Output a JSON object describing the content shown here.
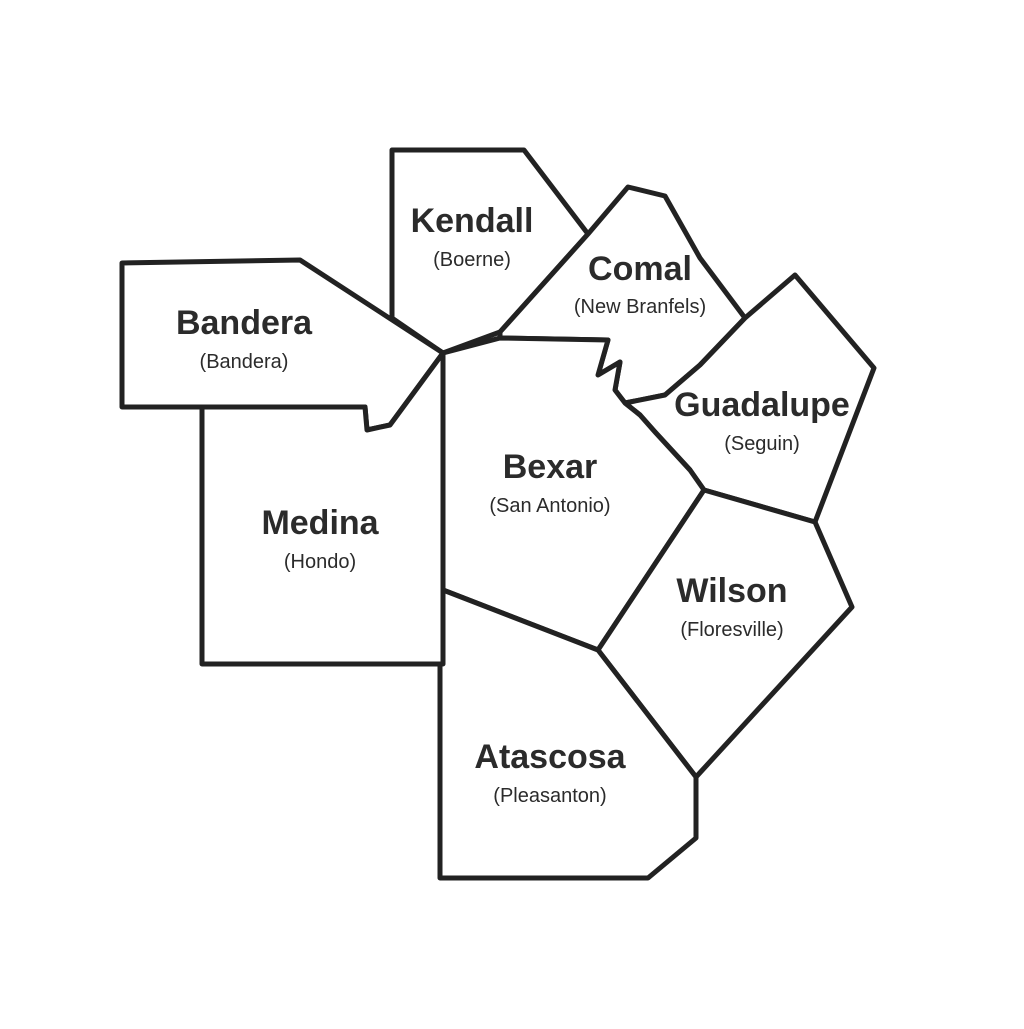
{
  "counties": [
    {
      "id": "kendall",
      "name": "Kendall",
      "seat": "(Boerne)"
    },
    {
      "id": "comal",
      "name": "Comal",
      "seat": "(New Branfels)"
    },
    {
      "id": "bandera",
      "name": "Bandera",
      "seat": "(Bandera)"
    },
    {
      "id": "guadalupe",
      "name": "Guadalupe",
      "seat": "(Seguin)"
    },
    {
      "id": "bexar",
      "name": "Bexar",
      "seat": "(San Antonio)"
    },
    {
      "id": "medina",
      "name": "Medina",
      "seat": "(Hondo)"
    },
    {
      "id": "wilson",
      "name": "Wilson",
      "seat": "(Floresville)"
    },
    {
      "id": "atascosa",
      "name": "Atascosa",
      "seat": "(Pleasanton)"
    }
  ],
  "colors": {
    "fill": "#ffffff",
    "border": "#222222",
    "text": "#2b2b2b",
    "background": "#ffffff"
  }
}
